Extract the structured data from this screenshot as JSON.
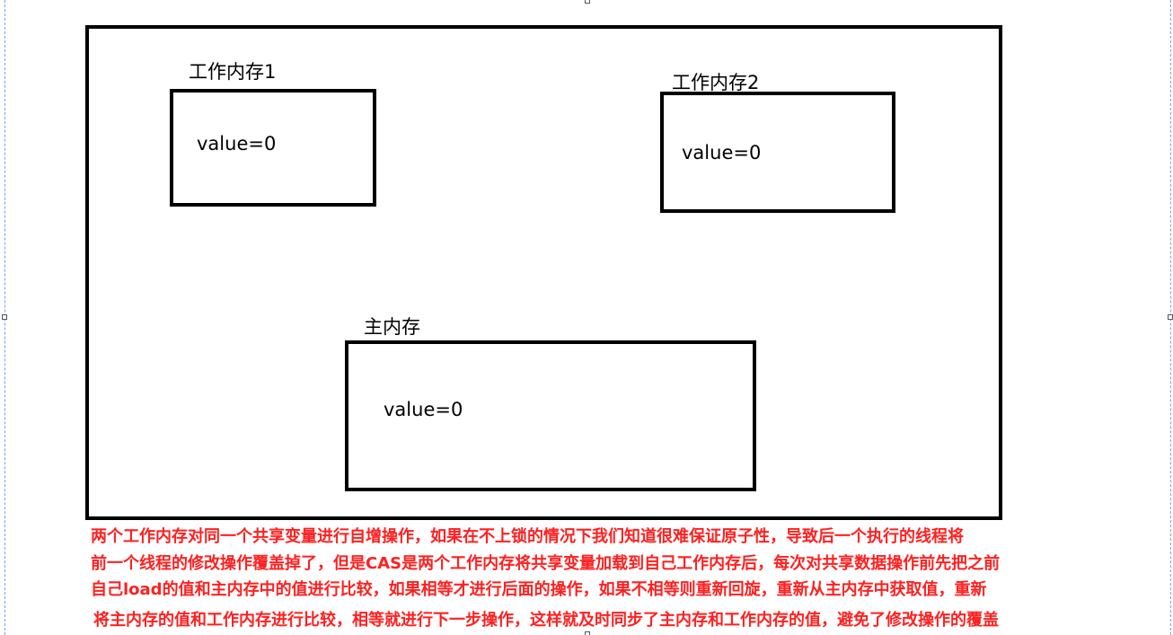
{
  "diagram": {
    "working_memory_1": {
      "label": "工作内存1",
      "value": "value=0"
    },
    "working_memory_2": {
      "label": "工作内存2",
      "value": "value=0"
    },
    "main_memory": {
      "label": "主内存",
      "value": "value=0"
    }
  },
  "description": {
    "lines": [
      "两个工作内存对同一个共享变量进行自增操作，如果在不上锁的情况下我们知道很难保证原子性，导致后一个执行的线程将",
      "前一个线程的修改操作覆盖掉了，但是CAS是两个工作内存将共享变量加载到自己工作内存后，每次对共享数据操作前先把之前",
      "自己load的值和主内存中的值进行比较，如果相等才进行后面的操作，如果不相等则重新回旋，重新从主内存中获取值，重新",
      "将主内存的值和工作内存进行比较，相等就进行下一步操作，这样就及时同步了主内存和工作内存的值，避免了修改操作的覆盖"
    ],
    "color": "#ff2020"
  }
}
